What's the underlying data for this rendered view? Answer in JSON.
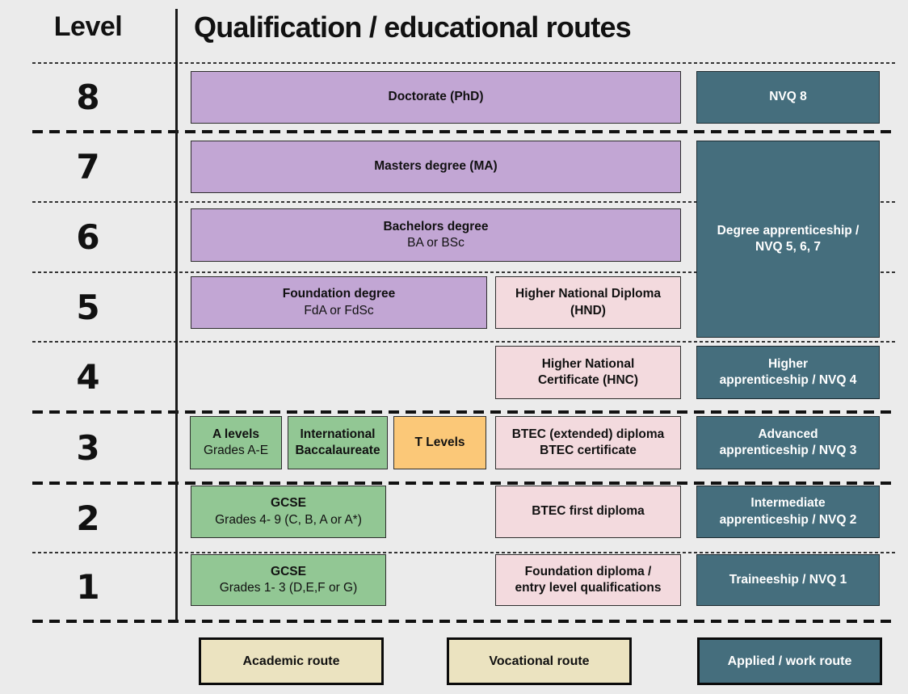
{
  "header": {
    "level_label": "Level",
    "title": "Qualification / educational routes"
  },
  "levels": [
    "8",
    "7",
    "6",
    "5",
    "4",
    "3",
    "2",
    "1"
  ],
  "boxes": {
    "doctorate": {
      "line1": "Doctorate (PhD)"
    },
    "nvq8": {
      "line1": "NVQ 8"
    },
    "masters": {
      "line1": "Masters degree (MA)"
    },
    "degree_apprenticeship": {
      "line1": "Degree apprenticeship /",
      "line2": "NVQ 5, 6, 7"
    },
    "bachelors": {
      "line1": "Bachelors degree",
      "line2": "BA or BSc"
    },
    "foundation_degree": {
      "line1": "Foundation degree",
      "line2": "FdA or FdSc"
    },
    "hnd": {
      "line1": "Higher National Diploma",
      "line2": "(HND)"
    },
    "hnc": {
      "line1": "Higher National",
      "line2": "Certificate (HNC)"
    },
    "higher_apprenticeship": {
      "line1": "Higher",
      "line2": "apprenticeship / NVQ 4"
    },
    "a_levels": {
      "line1": "A levels",
      "line2": "Grades A-E"
    },
    "international_baccalaureate": {
      "line1": "International",
      "line2": "Baccalaureate"
    },
    "t_levels": {
      "line1": "T Levels"
    },
    "btec_extended": {
      "line1": "BTEC (extended) diploma",
      "line2": "BTEC certificate"
    },
    "advanced_apprenticeship": {
      "line1": "Advanced",
      "line2": "apprenticeship / NVQ 3"
    },
    "gcse_level2": {
      "line1": "GCSE",
      "line2": "Grades 4- 9 (C, B, A or A*)"
    },
    "btec_first": {
      "line1": "BTEC first diploma"
    },
    "intermediate_apprenticeship": {
      "line1": "Intermediate",
      "line2": "apprenticeship / NVQ 2"
    },
    "gcse_level1": {
      "line1": "GCSE",
      "line2": "Grades 1- 3 (D,E,F or G)"
    },
    "foundation_diploma": {
      "line1": "Foundation diploma /",
      "line2": "entry level qualifications"
    },
    "traineeship": {
      "line1": "Traineeship / NVQ 1"
    }
  },
  "legend": {
    "academic": "Academic route",
    "vocational": "Vocational route",
    "applied": "Applied / work route"
  },
  "colors": {
    "background": "#ebebeb",
    "academic_purple": "#c2a6d4",
    "vocational_pink": "#f3dade",
    "secondary_green": "#92c794",
    "t_level_orange": "#fbc878",
    "work_teal": "#456e7d",
    "legend_cream": "#ebe3c0"
  }
}
